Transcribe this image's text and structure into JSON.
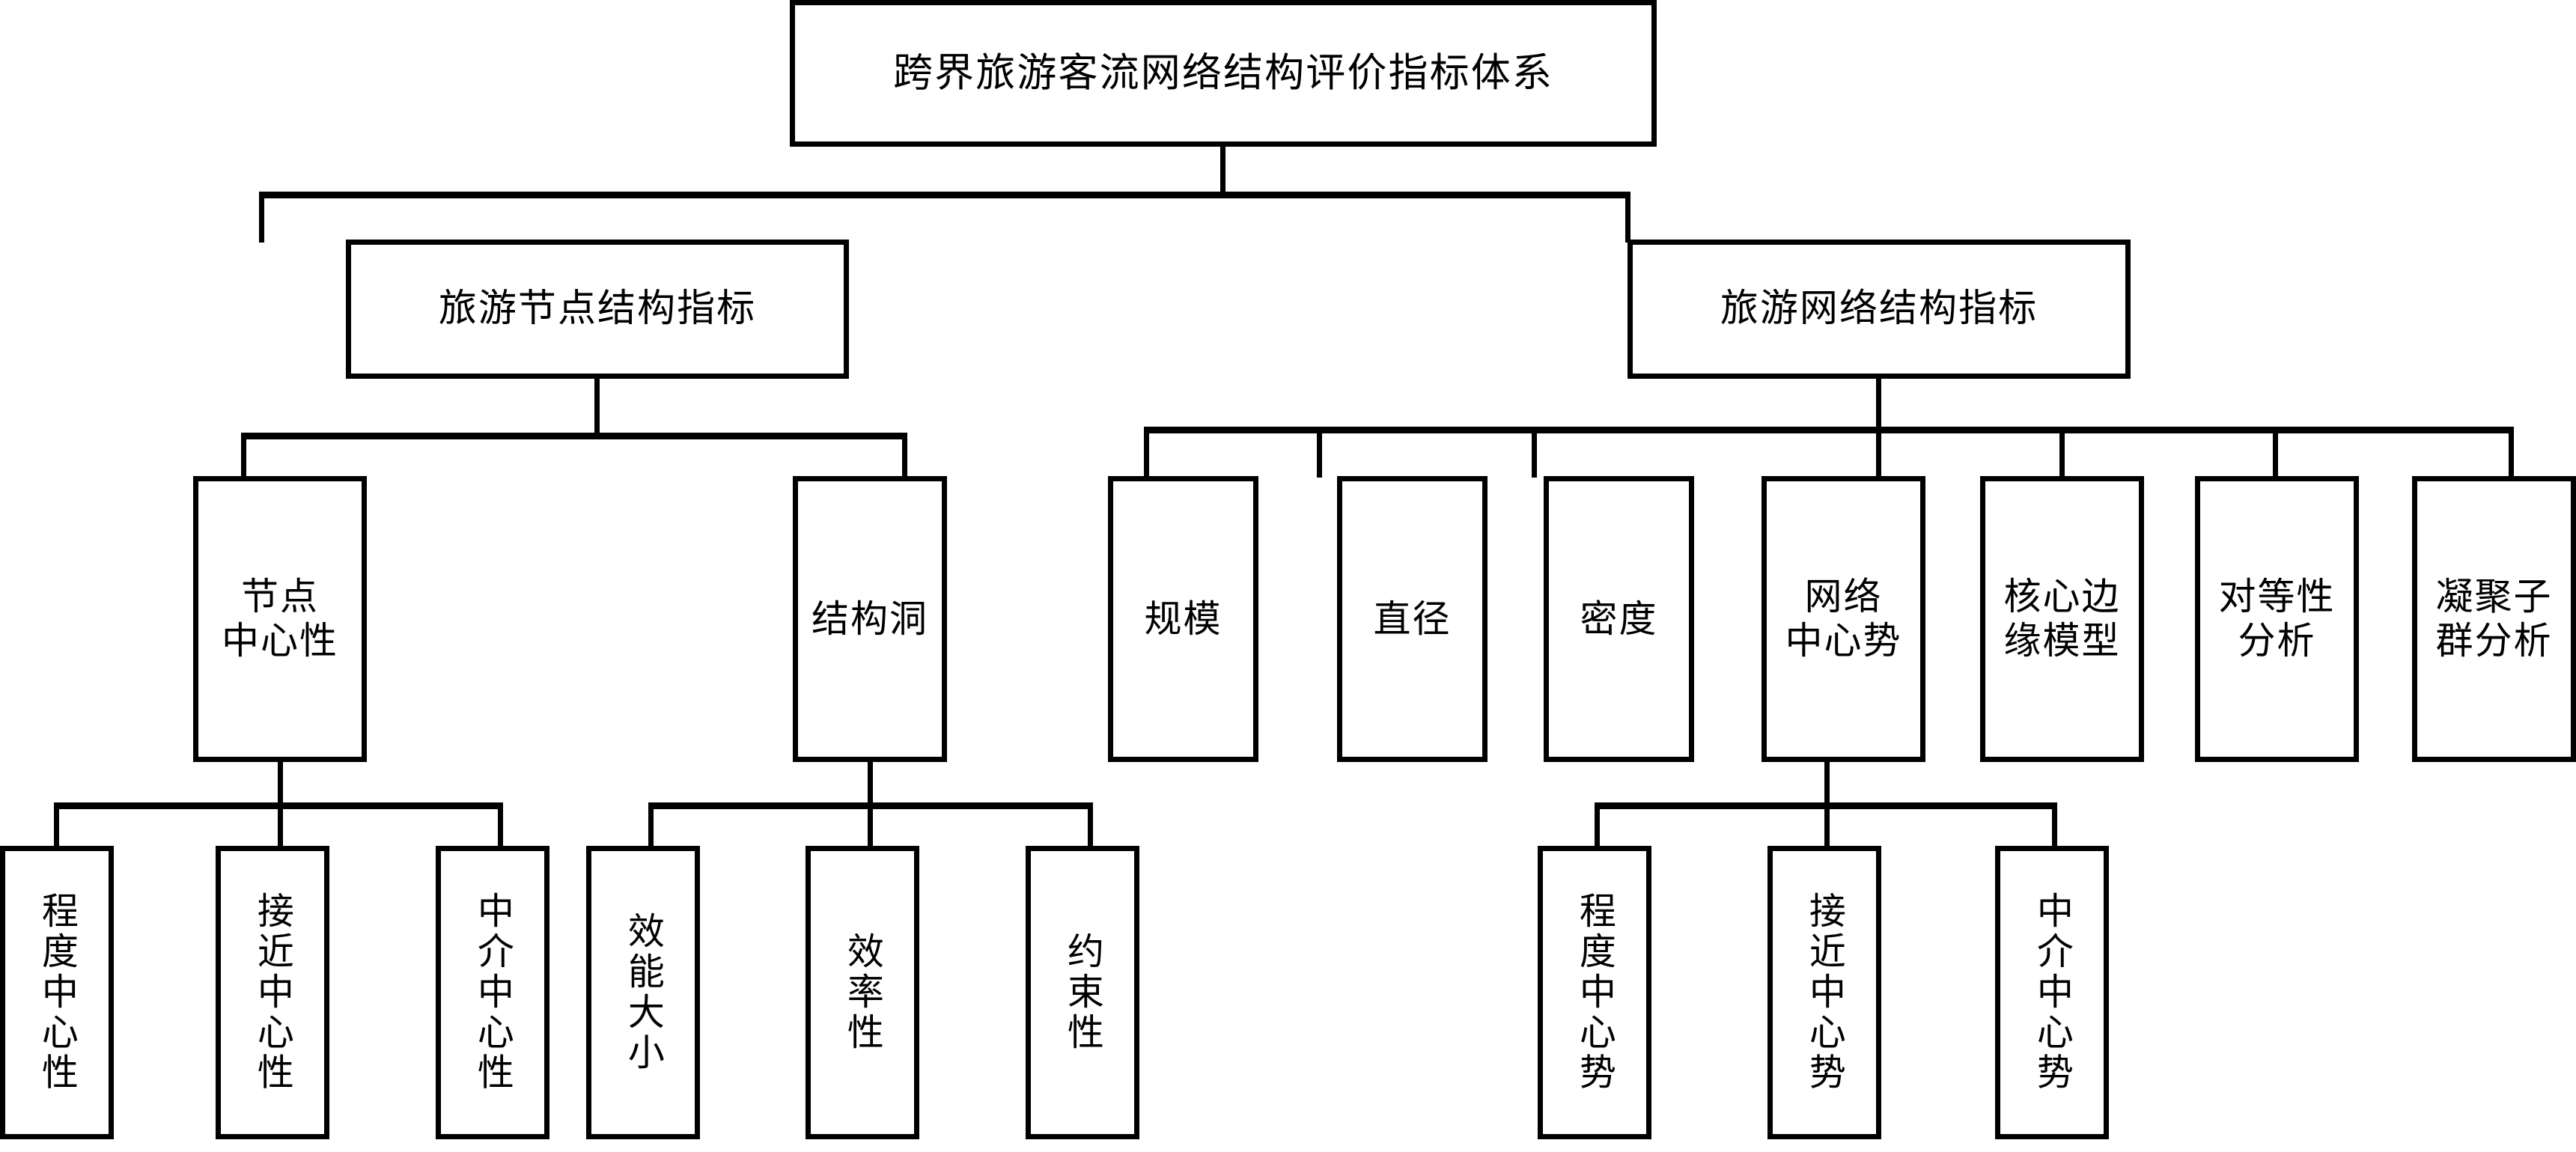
{
  "diagram": {
    "type": "hierarchy-tree",
    "title": "跨界旅游客流网络结构评价指标体系",
    "root": {
      "label": "跨界旅游客流网络结构评价指标体系"
    },
    "level2": [
      {
        "label": "旅游节点结构指标"
      },
      {
        "label": "旅游网络结构指标"
      }
    ],
    "level3_left": [
      {
        "label": "节点\n中心性"
      },
      {
        "label": "结构洞"
      }
    ],
    "level3_right": [
      {
        "label": "规模"
      },
      {
        "label": "直径"
      },
      {
        "label": "密度"
      },
      {
        "label": "网络\n中心势"
      },
      {
        "label": "核心边\n缘模型"
      },
      {
        "label": "对等性\n分析"
      },
      {
        "label": "凝聚子\n群分析"
      }
    ],
    "leaves_node_centrality": [
      {
        "label": "程度中心性"
      },
      {
        "label": "接近中心性"
      },
      {
        "label": "中介中心性"
      }
    ],
    "leaves_structural_holes": [
      {
        "label": "效能大小"
      },
      {
        "label": "效率性"
      },
      {
        "label": "约束性"
      }
    ],
    "leaves_network_centralization": [
      {
        "label": "程度中心势"
      },
      {
        "label": "接近中心势"
      },
      {
        "label": "中介中心势"
      }
    ],
    "colors": {
      "line": "#000000",
      "box_fill": "#ffffff",
      "text": "#000000",
      "background": "#ffffff"
    }
  }
}
